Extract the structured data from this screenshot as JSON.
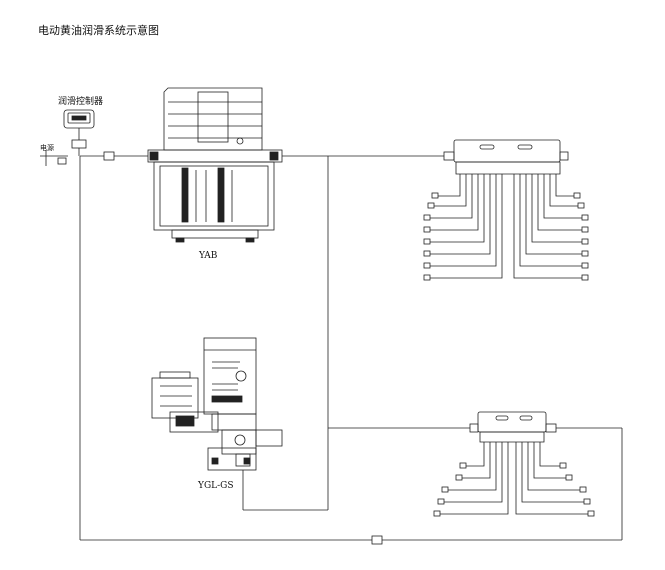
{
  "title": "电动黄油润滑系统示意图",
  "labels": {
    "controller": "润滑控制器",
    "power": "电源",
    "pump_yab": "YAB",
    "pump_yglgs": "YGL-GS"
  }
}
